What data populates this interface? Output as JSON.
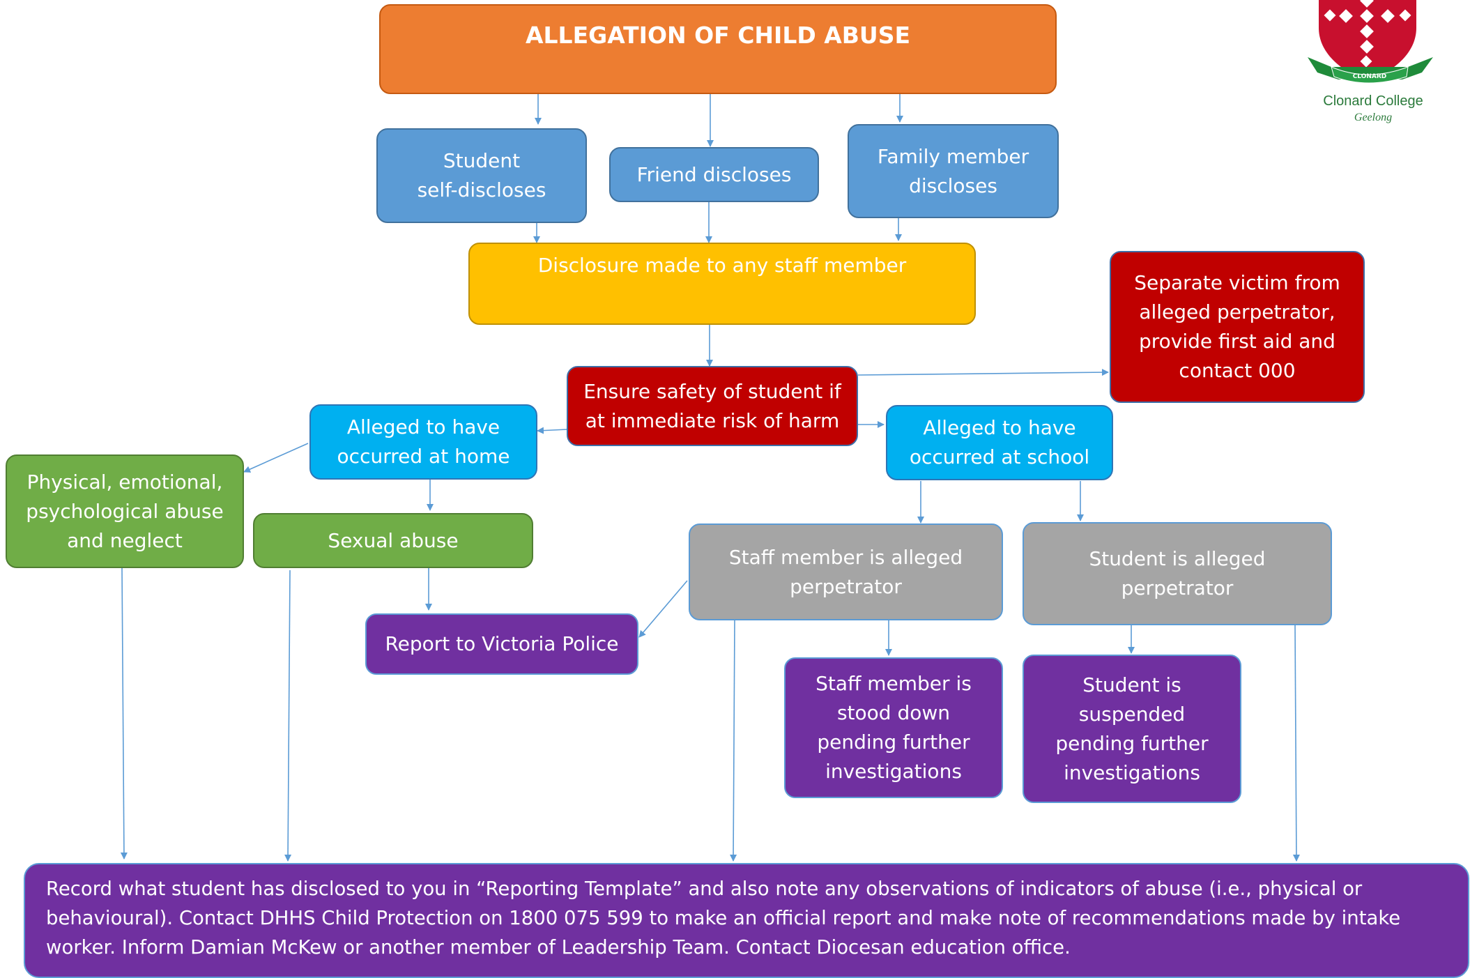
{
  "nodes": {
    "title": "ALLEGATION OF CHILD ABUSE",
    "student_self": "Student\nself-discloses",
    "friend": "Friend discloses",
    "family": "Family member\ndiscloses",
    "disclosure": "Disclosure made to any staff member",
    "separate_victim": "Separate victim from\nalleged perpetrator,\nprovide first aid and\ncontact 000",
    "ensure_safety": "Ensure safety of student if\nat immediate risk of harm",
    "at_home": "Alleged to have\noccurred at home",
    "at_school": "Alleged to have\noccurred at school",
    "physical": "Physical, emotional,\npsychological abuse\nand neglect",
    "sexual": "Sexual abuse",
    "police": "Report to Victoria Police",
    "staff_perp": "Staff member is alleged\nperpetrator",
    "student_perp": "Student is alleged\nperpetrator",
    "staff_stood_down": "Staff member is\nstood down\npending further\ninvestigations",
    "student_suspended": "Student is\nsuspended\npending further\ninvestigations",
    "record": "Record what student has disclosed to you in “Reporting Template” and also note any observations of indicators of abuse (i.e., physical or behavioural). Contact DHHS Child Protection on 1800 075 599 to make an official report and make note of recommendations made by intake worker. Inform Damian McKew or another member of Leadership Team. Contact Diocesan education office."
  },
  "logo": {
    "banner_text": "CLONARD",
    "name": "Clonard College",
    "place": "Geelong"
  },
  "colors": {
    "orange": "#ed7d31",
    "blue": "#5b9bd5",
    "yellow": "#ffc000",
    "red": "#c00000",
    "cyan": "#00b0f0",
    "green": "#70ad47",
    "grey": "#a5a5a5",
    "purple": "#7030a0",
    "arrow": "#5b9bd5"
  }
}
